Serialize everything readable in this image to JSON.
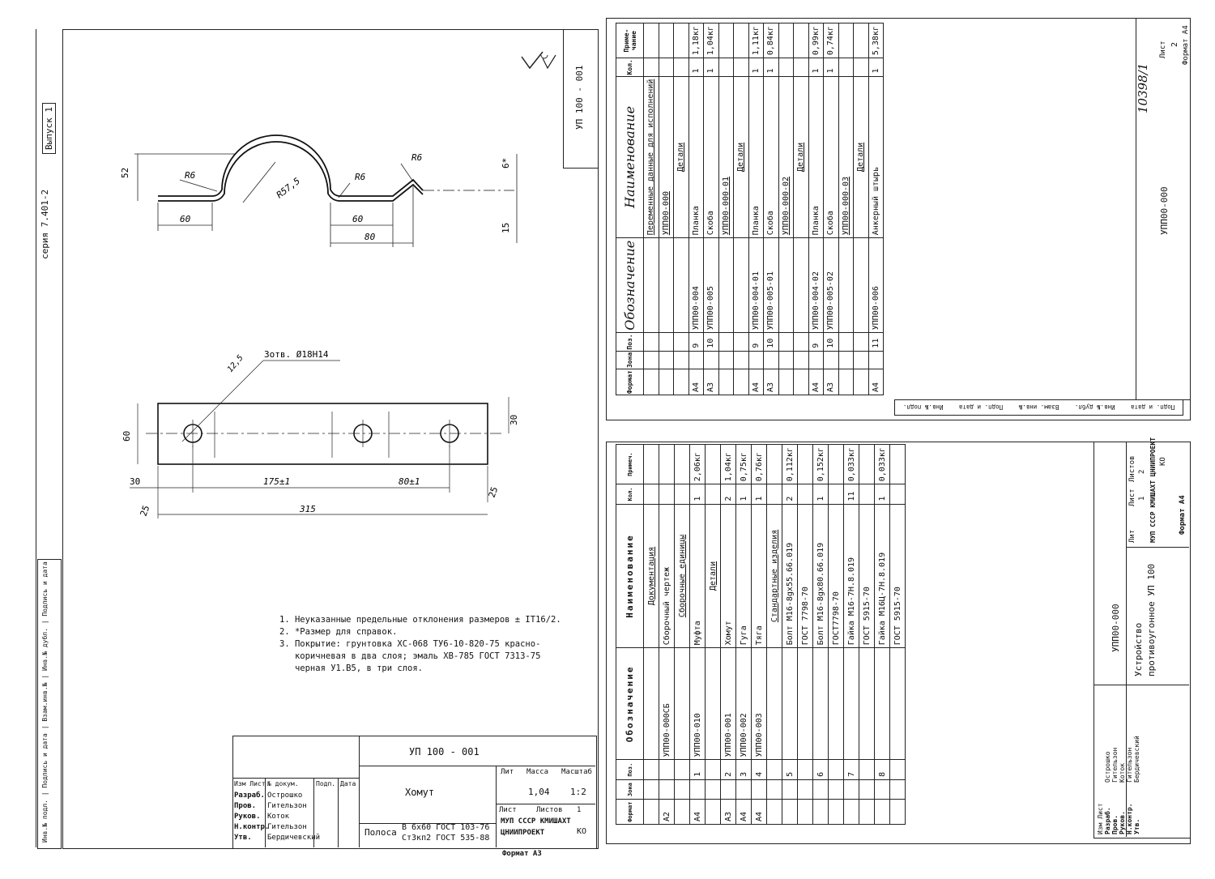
{
  "left_sheet": {
    "series": "серия 7.401-2",
    "issue": "Выпуск 1",
    "stamp_code": "УП 100 - 001",
    "drawing": {
      "top_dims": [
        "52",
        "R6",
        "R57,5",
        "R6",
        "R6",
        "6*",
        "60",
        "60",
        "80",
        "15"
      ],
      "plan_dims": [
        "12,5",
        "3отв. Ø18Н14",
        "60",
        "30",
        "30",
        "175±1",
        "80±1",
        "25",
        "25",
        "315"
      ]
    },
    "notes": [
      "1. Неуказанные предельные отклонения размеров ± IT16/2.",
      "2. *Размер для справок.",
      "3. Покрытие: грунтовка ХС-068 ТУ6-10-820-75 красно-",
      "   коричневая в два слоя; эмаль ХВ-785 ГОСТ 7313-75",
      "   черная У1.В5, в три слоя."
    ],
    "title_block": {
      "code": "УП 100 - 001",
      "name": "Хомут",
      "mass": "1,04",
      "scale": "1:2",
      "material_1": "Полоса",
      "material_2": "В 6х60 ГОСТ 103-76",
      "material_3": "Ст3кп2 ГОСТ 535-88",
      "org": "МУП СССР КМИШАХТ",
      "org2": "ЦНИИПРОЕКТ",
      "sheets": "1",
      "hdr": [
        "Лит",
        "Масса",
        "Масштаб",
        "Лист",
        "Листов"
      ],
      "roles": [
        "Изм Лист",
        "Разраб.",
        "Пров.",
        "Руков.",
        "Н.контр.",
        "Утв."
      ],
      "people": [
        "Острошко",
        "Гительзон",
        "Коток",
        "Гительзон",
        "Бердичевский"
      ],
      "cols": [
        "№ докум.",
        "Подп.",
        "Дата"
      ],
      "format": "Формат А3"
    },
    "side_stamp": [
      "Инв.№ подл.",
      "Подпись и дата",
      "Взам.инв.№",
      "Инв.№ дубл.",
      "Подпись и дата"
    ]
  },
  "right_top": {
    "header": [
      "Формат",
      "Зона",
      "Поз.",
      "Обозначение",
      "Наименование",
      "Кол.",
      "Приме-чание"
    ],
    "rows": [
      {
        "fmt": "",
        "zone": "",
        "pos": "",
        "code": "",
        "name": "Переменные данные для исполнений",
        "qty": "",
        "note": ""
      },
      {
        "fmt": "",
        "zone": "",
        "pos": "",
        "code": "",
        "name": "УПП00-000",
        "qty": "",
        "note": ""
      },
      {
        "fmt": "",
        "zone": "",
        "pos": "",
        "code": "",
        "name": "Детали",
        "qty": "",
        "note": ""
      },
      {
        "fmt": "А4",
        "zone": "",
        "pos": "9",
        "code": "УПП00-004",
        "name": "Планка",
        "qty": "1",
        "note": "1,18кг"
      },
      {
        "fmt": "А3",
        "zone": "",
        "pos": "10",
        "code": "УПП00-005",
        "name": "Скоба",
        "qty": "1",
        "note": "1,04кг"
      },
      {
        "fmt": "",
        "zone": "",
        "pos": "",
        "code": "",
        "name": "УПП00-000-01",
        "qty": "",
        "note": ""
      },
      {
        "fmt": "",
        "zone": "",
        "pos": "",
        "code": "",
        "name": "Детали",
        "qty": "",
        "note": ""
      },
      {
        "fmt": "А4",
        "zone": "",
        "pos": "9",
        "code": "УПП00-004-01",
        "name": "Планка",
        "qty": "1",
        "note": "1,11кг"
      },
      {
        "fmt": "А3",
        "zone": "",
        "pos": "10",
        "code": "УПП00-005-01",
        "name": "Скоба",
        "qty": "1",
        "note": "0,84кг"
      },
      {
        "fmt": "",
        "zone": "",
        "pos": "",
        "code": "",
        "name": "УПП00-000-02",
        "qty": "",
        "note": ""
      },
      {
        "fmt": "",
        "zone": "",
        "pos": "",
        "code": "",
        "name": "Детали",
        "qty": "",
        "note": ""
      },
      {
        "fmt": "А4",
        "zone": "",
        "pos": "9",
        "code": "УПП00-004-02",
        "name": "Планка",
        "qty": "1",
        "note": "0,99кг"
      },
      {
        "fmt": "А3",
        "zone": "",
        "pos": "10",
        "code": "УПП00-005-02",
        "name": "Скоба",
        "qty": "1",
        "note": "0,74кг"
      },
      {
        "fmt": "",
        "zone": "",
        "pos": "",
        "code": "",
        "name": "УПП00-000-03",
        "qty": "",
        "note": ""
      },
      {
        "fmt": "",
        "zone": "",
        "pos": "",
        "code": "",
        "name": "Детали",
        "qty": "",
        "note": ""
      },
      {
        "fmt": "А4",
        "zone": "",
        "pos": "11",
        "code": "УПП00-006",
        "name": "Анкерный штырь",
        "qty": "1",
        "note": "5,38кг"
      }
    ],
    "stamp": "УПП00-000",
    "sheet": "2",
    "sheet_label": "Лист",
    "doc_no": "10398/1",
    "format": "Формат А4",
    "side": [
      "Подп. и дата",
      "Инв.№ дубл.",
      "Взам. инв.№",
      "Подп. и дата",
      "Инв.№ подл."
    ]
  },
  "right_bottom": {
    "header": [
      "Формат",
      "Зона",
      "Поз.",
      "Обозначение",
      "Наименование",
      "Кол.",
      "Примеч."
    ],
    "rows": [
      {
        "fmt": "",
        "pos": "",
        "code": "",
        "name": "Документация",
        "qty": "",
        "note": ""
      },
      {
        "fmt": "А2",
        "pos": "",
        "code": "УПП00-000СБ",
        "name": "Сборочный чертеж",
        "qty": "",
        "note": ""
      },
      {
        "fmt": "",
        "pos": "",
        "code": "",
        "name": "Сборочные единицы",
        "qty": "",
        "note": ""
      },
      {
        "fmt": "А4",
        "pos": "1",
        "code": "УПП00-010",
        "name": "Муфта",
        "qty": "1",
        "note": "2,06кг"
      },
      {
        "fmt": "",
        "pos": "",
        "code": "",
        "name": "Детали",
        "qty": "",
        "note": ""
      },
      {
        "fmt": "А3",
        "pos": "2",
        "code": "УПП00-001",
        "name": "Хомут",
        "qty": "2",
        "note": "1,04кг"
      },
      {
        "fmt": "А4",
        "pos": "3",
        "code": "УПП00-002",
        "name": "Гуга",
        "qty": "1",
        "note": "0,75кг"
      },
      {
        "fmt": "А4",
        "pos": "4",
        "code": "УПП00-003",
        "name": "Тяга",
        "qty": "1",
        "note": "0,76кг"
      },
      {
        "fmt": "",
        "pos": "",
        "code": "",
        "name": "Стандартные изделия",
        "qty": "",
        "note": ""
      },
      {
        "fmt": "",
        "pos": "5",
        "code": "",
        "name": "Болт М16-8gх55.66.019",
        "qty": "2",
        "note": "0,112кг"
      },
      {
        "fmt": "",
        "pos": "",
        "code": "",
        "name": "ГОСТ 7798-70",
        "qty": "",
        "note": ""
      },
      {
        "fmt": "",
        "pos": "6",
        "code": "",
        "name": "Болт М16-8gх80.66.019",
        "qty": "1",
        "note": "0,152кг"
      },
      {
        "fmt": "",
        "pos": "",
        "code": "",
        "name": "ГОСТ7798-70",
        "qty": "",
        "note": ""
      },
      {
        "fmt": "",
        "pos": "7",
        "code": "",
        "name": "Гайка М16-7Н.8.019",
        "qty": "11",
        "note": "0,033кг"
      },
      {
        "fmt": "",
        "pos": "",
        "code": "",
        "name": "ГОСТ 5915-70",
        "qty": "",
        "note": ""
      },
      {
        "fmt": "",
        "pos": "8",
        "code": "",
        "name": "Гайка М16Ц-7Н.8.019",
        "qty": "1",
        "note": "0,033кг"
      },
      {
        "fmt": "",
        "pos": "",
        "code": "",
        "name": "ГОСТ 5915-70",
        "qty": "",
        "note": ""
      }
    ],
    "stamp_code": "УПП00-000",
    "stamp_title_1": "Устройство",
    "stamp_title_2": "противоугонное   УП 100",
    "lit": "Лит",
    "list": "Лист",
    "listov": "Листов",
    "sheets": "2",
    "sheet": "1",
    "org": "МУП СССР КМИШАХТ ЦНИИПРОЕКТ",
    "ko": "КО",
    "format": "Формат А4",
    "roles": [
      "Изм Лист",
      "Разраб.",
      "Пров.",
      "Руков.",
      "Н.контр.",
      "Утв."
    ],
    "people": [
      "Острошко",
      "Гительзон",
      "Коток",
      "Гительзон",
      "Бердичевский"
    ]
  }
}
